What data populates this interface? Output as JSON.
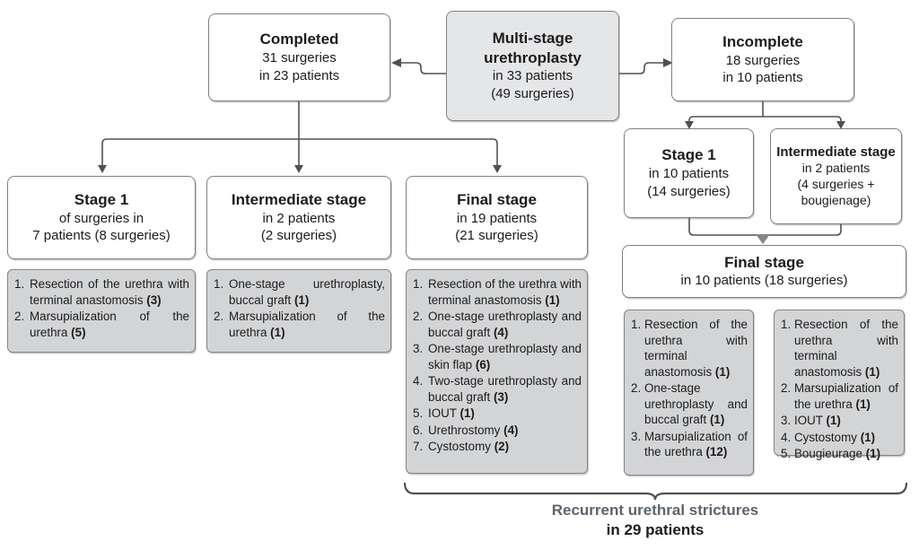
{
  "palette": {
    "box_border": "#7e8083",
    "shaded_fill": "#e5e6e8",
    "list_fill": "#d3d4d6",
    "wire": "#4e5154",
    "gray_arrow": "#85878a",
    "footer_gray": "#5c646c"
  },
  "nodes": {
    "multistage": {
      "title": "Multi-stage urethroplasty",
      "line1": "in 33 patients",
      "line2": "(49 surgeries)"
    },
    "completed": {
      "title": "Completed",
      "line1": "31 surgeries",
      "line2": "in 23 patients"
    },
    "incomplete": {
      "title": "Incomplete",
      "line1": "18 surgeries",
      "line2": "in 10 patients"
    },
    "stage1_completed": {
      "title": "Stage 1",
      "line1": "of surgeries in",
      "line2": "7 patients (8 surgeries)"
    },
    "intermediate_completed": {
      "title": "Intermediate stage",
      "line1": "in 2 patients",
      "line2": "(2 surgeries)"
    },
    "final_completed": {
      "title": "Final stage",
      "line1": "in 19 patients",
      "line2": "(21 surgeries)"
    },
    "stage1_incomplete": {
      "title": "Stage 1",
      "line1": "in 10 patients",
      "line2": "(14 surgeries)"
    },
    "intermediate_incomplete": {
      "title": "Intermediate stage",
      "line1": "in 2 patients",
      "line2": "(4 surgeries + bougienage)"
    },
    "final_incomplete": {
      "title": "Final stage",
      "line1": "in 10 patients (18 surgeries)"
    }
  },
  "lists": {
    "completed_stage1": {
      "items": [
        {
          "n": "1.",
          "text": "Resection of the urethra with terminal anastomosis",
          "count": "(3)"
        },
        {
          "n": "2.",
          "text": "Marsupialization of the urethra",
          "count": "(5)"
        }
      ]
    },
    "completed_intermediate": {
      "items": [
        {
          "n": "1.",
          "text": "One-stage urethroplasty, buccal graft",
          "count": "(1)"
        },
        {
          "n": "2.",
          "text": "Marsupialization of the urethra",
          "count": "(1)"
        }
      ]
    },
    "completed_final": {
      "items": [
        {
          "n": "1.",
          "text": "Resection of the urethra with terminal anastomosis",
          "count": "(1)"
        },
        {
          "n": "2.",
          "text": "One-stage urethroplasty and buccal graft",
          "count": "(4)"
        },
        {
          "n": "3.",
          "text": "One-stage urethroplasty and skin flap",
          "count": "(6)"
        },
        {
          "n": "4.",
          "text": "Two-stage urethroplasty and buccal graft",
          "count": "(3)"
        },
        {
          "n": "5.",
          "text": "IOUT",
          "count": "(1)"
        },
        {
          "n": "6.",
          "text": "Urethrostomy",
          "count": "(4)"
        },
        {
          "n": "7.",
          "text": "Cystostomy",
          "count": "(2)"
        }
      ]
    },
    "incomplete_final_a": {
      "items": [
        {
          "n": "1.",
          "text": "Resection of the urethra with terminal anastomosis",
          "count": "(1)"
        },
        {
          "n": "2.",
          "text": "One-stage urethroplasty and buccal graft",
          "count": "(1)"
        },
        {
          "n": "3.",
          "text": "Marsupialization of the urethra",
          "count": "(12)"
        }
      ]
    },
    "incomplete_final_b": {
      "items": [
        {
          "n": "1.",
          "text": "Resection of the urethra with terminal anastomosis",
          "count": "(1)"
        },
        {
          "n": "2.",
          "text": "Marsupialization of the urethra",
          "count": "(1)"
        },
        {
          "n": "3.",
          "text": "IOUT",
          "count": "(1)"
        },
        {
          "n": "4.",
          "text": "Cystostomy",
          "count": "(1)"
        },
        {
          "n": "5.",
          "text": "Bougieurage",
          "count": "(1)"
        }
      ]
    },
    "footer": {
      "line1": "Recurrent urethral strictures",
      "line2": "in 29 patients"
    }
  }
}
